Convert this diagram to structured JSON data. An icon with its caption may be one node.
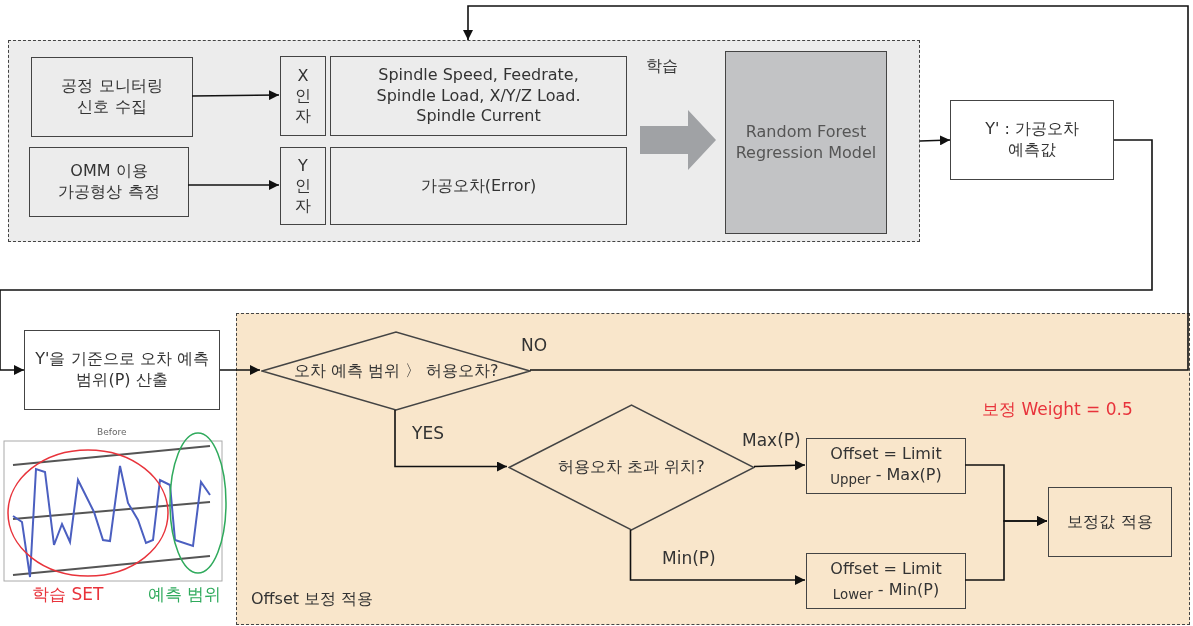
{
  "diagram": {
    "nodes": [
      {
        "text": [
          "학습"
        ]
      },
      {
        "text": [
          "공정 모니터링 신호 수집"
        ],
        "in": 0
      },
      {
        "text": [
          "X 인자"
        ],
        "in": 0
      },
      {
        "text": [
          "Spindle Speed, Feedrate, Spindle Load, X/Y/Z Load. Spindle Current"
        ],
        "in": 0
      },
      {
        "text": [
          "OMM 이용 가공형상 측정"
        ],
        "in": 0
      },
      {
        "text": [
          "Y 인자"
        ],
        "in": 0
      },
      {
        "text": [
          "가공오차(Error)"
        ],
        "in": 0
      },
      {
        "text": [
          "Random Forest Regression Model"
        ],
        "in": 0
      },
      {
        "text": [
          "Y' : 가공오차 예측값"
        ]
      },
      {
        "text": [
          "Y'을 기준으로 오차 예측 범위(P) 산출"
        ]
      },
      {
        "text": [
          "Offset 보정 적용"
        ]
      },
      {
        "text": [
          "오차 예측 범위 〉 허용오차?"
        ],
        "in": 10
      },
      {
        "text": [
          "허용오차 초과 위치?"
        ],
        "in": 10
      },
      {
        "text": [
          "Offset = Limit $_{Upper}$ - Max(P)"
        ],
        "in": 10
      },
      {
        "text": [
          "Offset = Limit $_{Lower}$ - Min(P)"
        ],
        "in": 10
      },
      {
        "text": [
          "보정값 적용"
        ],
        "in": 10
      }
    ],
    "edges": [
      {
        "from": 1,
        "to": 2,
        "arrow": "to"
      },
      {
        "from": 4,
        "to": 5,
        "arrow": "to"
      },
      {
        "from": 3,
        "to": 7,
        "arrow": "to",
        "style": "thick",
        "color": "#a0a2a5"
      },
      {
        "from": 6,
        "to": 7,
        "arrow": "to",
        "style": "thick",
        "color": "#a0a2a5"
      },
      {
        "from": 0,
        "to": 8,
        "arrow": "to"
      },
      {
        "from": 8,
        "to": 9,
        "arrow": "to"
      },
      {
        "from": 9,
        "to": 11,
        "arrow": "to"
      },
      {
        "from": 11,
        "to": 0,
        "arrow": "to",
        "label": "NO"
      },
      {
        "from": 11,
        "to": 12,
        "arrow": "to",
        "label": "YES"
      },
      {
        "from": 12,
        "to": 13,
        "arrow": "to",
        "label": "Max(P)"
      },
      {
        "from": 12,
        "to": 14,
        "arrow": "to",
        "label": "Min(P)"
      },
      {
        "from": 13,
        "to": 15,
        "arrow": "to"
      },
      {
        "from": 14,
        "to": 15,
        "arrow": "to"
      }
    ],
    "labels": [
      "Before",
      "학습 SET",
      "예측 범위",
      "보정 Weight  = 0.5"
    ]
  }
}
